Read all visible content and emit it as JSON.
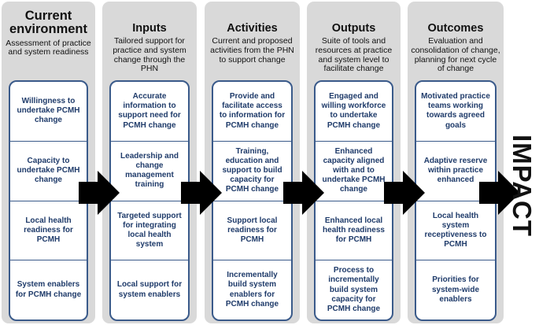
{
  "columns": [
    {
      "title": "Current environment",
      "subtitle": "Assessment of practice and system readiness",
      "items": [
        "Willingness to undertake PCMH change",
        "Capacity to undertake PCMH change",
        "Local health readiness for PCMH",
        "System enablers for PCMH change"
      ]
    },
    {
      "title": "Inputs",
      "subtitle": "Tailored support for practice and system change through the PHN",
      "items": [
        "Accurate information to support need for PCMH change",
        "Leadership and change management training",
        "Targeted support for integrating local health system",
        "Local support for system enablers"
      ]
    },
    {
      "title": "Activities",
      "subtitle": "Current and proposed activities from the PHN to support change",
      "items": [
        "Provide and facilitate access to information for PCMH change",
        "Training, education and support to build capacity for PCMH change",
        "Support local readiness for PCMH",
        "Incrementally build system enablers for PCMH change"
      ]
    },
    {
      "title": "Outputs",
      "subtitle": "Suite of tools and resources at practice and system level to facilitate change",
      "items": [
        "Engaged and willing workforce to undertake PCMH change",
        "Enhanced capacity aligned with and to undertake PCMH change",
        "Enhanced local health readiness for PCMH",
        "Process to incrementally build system capacity for PCMH change"
      ]
    },
    {
      "title": "Outcomes",
      "subtitle": "Evaluation and consolidation of change, planning for next cycle of change",
      "items": [
        "Motivated practice teams working towards agreed goals",
        "Adaptive reserve within practice enhanced",
        "Local health system receptiveness to PCMH",
        "Priorities for system-wide enablers"
      ]
    }
  ],
  "impact_label": "IMPACT",
  "colors": {
    "column_bg": "#d9d9d9",
    "box_border": "#3a5a8a",
    "box_text": "#1f3b6a",
    "arrow": "#000000"
  }
}
